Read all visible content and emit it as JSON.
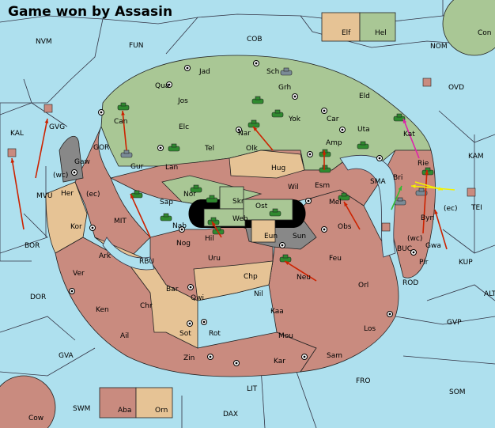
{
  "header": {
    "title": "Game won by Assasin"
  },
  "colors": {
    "sea": "#aee0ee",
    "green_power": "#a9c795",
    "red_power": "#c98b7f",
    "tan_neutral": "#e6c395",
    "impassable": "#888888",
    "black_hole": "#000000",
    "arrow_red": "#cc2200",
    "arrow_magenta": "#dd22aa",
    "arrow_yellow": "#f4f000",
    "arrow_green": "#33bb33"
  },
  "sea_labels": [
    "NVM",
    "FUN",
    "COB",
    "NOM",
    "OVD",
    "KAL",
    "GVG",
    "GOR",
    "MVU",
    "(wc)",
    "(ec)",
    "MIT",
    "BOR",
    "RBU",
    "SMA",
    "KAM",
    "TEI",
    "BUC",
    "(wc)",
    "(ec)",
    "KUP",
    "ROD",
    "ALT",
    "DOR",
    "GVP",
    "GVA",
    "FRO",
    "SOM",
    "LIT",
    "SWM",
    "DAX",
    "Con",
    "Cow"
  ],
  "land_labels": [
    "Jad",
    "Sch",
    "Qua",
    "Grh",
    "Jos",
    "Eld",
    "Can",
    "Car",
    "Yok",
    "Elc",
    "Nar",
    "Uta",
    "Kat",
    "Tel",
    "Olk",
    "Amp",
    "Gaw",
    "Gur",
    "Lan",
    "Hug",
    "Rie",
    "Her",
    "Esm",
    "Wil",
    "Bri",
    "Skr",
    "Nor",
    "Ost",
    "Sap",
    "Mel",
    "Byn",
    "Kor",
    "Web",
    "Nab",
    "Hil",
    "Obs",
    "Eun",
    "Sun",
    "Gwa",
    "Nog",
    "Ark",
    "Uru",
    "Feu",
    "Pir",
    "Chp",
    "Ver",
    "Neu",
    "Bar",
    "Qwi",
    "Orl",
    "Nil",
    "Ken",
    "Chr",
    "Kaa",
    "Los",
    "Rot",
    "Ail",
    "Sot",
    "Mou",
    "Sam",
    "Zin",
    "Kar",
    "Elf",
    "Hel",
    "Aba",
    "Orn"
  ]
}
